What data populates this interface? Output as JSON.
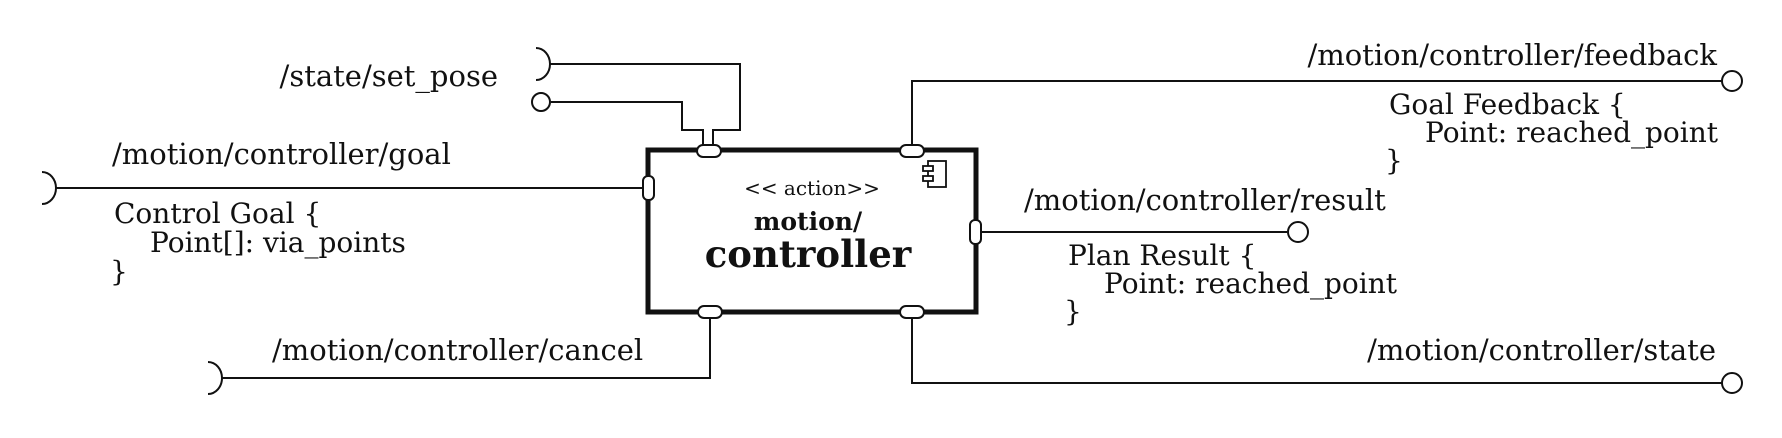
{
  "component": {
    "stereotype": "<< action>>",
    "name_line1": "motion/",
    "name_line2": "controller"
  },
  "interfaces": {
    "set_pose": {
      "topic": "/state/set_pose"
    },
    "goal": {
      "topic": "/motion/controller/goal",
      "message_open": "Control Goal {",
      "message_field": "Point[]:  via_points",
      "message_close": "}"
    },
    "cancel": {
      "topic": "/motion/controller/cancel"
    },
    "feedback": {
      "topic": "/motion/controller/feedback",
      "message_open": "Goal Feedback {",
      "message_field": "Point:  reached_point",
      "message_close": "}"
    },
    "result": {
      "topic": "/motion/controller/result",
      "message_open": "Plan Result {",
      "message_field": "Point:  reached_point",
      "message_close": "}"
    },
    "state": {
      "topic": "/motion/controller/state"
    }
  }
}
